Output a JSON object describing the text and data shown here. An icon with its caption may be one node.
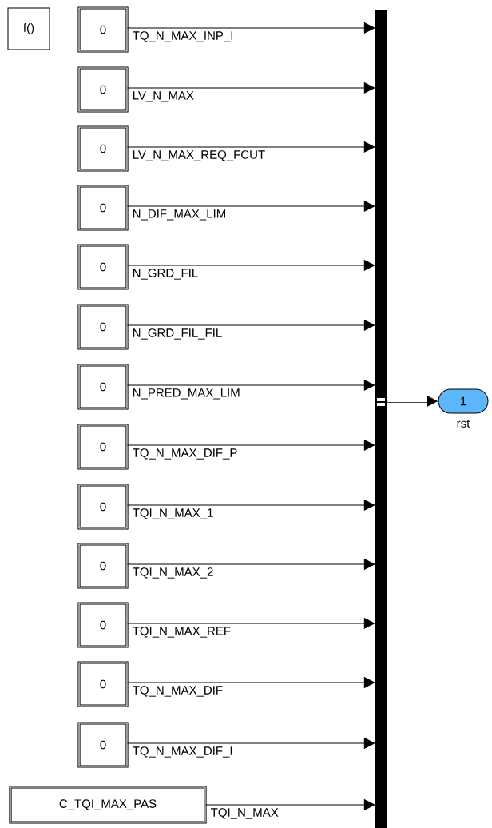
{
  "diagram": {
    "nodes": [
      {
        "text": [
          "f()"
        ]
      },
      {
        "text": [
          "0"
        ]
      },
      {
        "text": [
          "0"
        ]
      },
      {
        "text": [
          "0"
        ]
      },
      {
        "text": [
          "0"
        ]
      },
      {
        "text": [
          "0"
        ]
      },
      {
        "text": [
          "0"
        ]
      },
      {
        "text": [
          "0"
        ]
      },
      {
        "text": [
          "0"
        ]
      },
      {
        "text": [
          "0"
        ]
      },
      {
        "text": [
          "0"
        ]
      },
      {
        "text": [
          "0"
        ]
      },
      {
        "text": [
          "0"
        ]
      },
      {
        "text": [
          "0"
        ]
      },
      {
        "text": [
          "C_TQI_MAX_PAS"
        ]
      },
      {
        "text": [],
        "shape": "bar"
      },
      {
        "text": [
          "1"
        ],
        "beside": [
          "rst"
        ]
      }
    ],
    "edges": [
      {
        "from": 1,
        "to": 15,
        "arrow": "to",
        "label": "TQ_N_MAX_INP_I"
      },
      {
        "from": 2,
        "to": 15,
        "arrow": "to",
        "label": "LV_N_MAX"
      },
      {
        "from": 3,
        "to": 15,
        "arrow": "to",
        "label": "LV_N_MAX_REQ_FCUT"
      },
      {
        "from": 4,
        "to": 15,
        "arrow": "to",
        "label": "N_DIF_MAX_LIM"
      },
      {
        "from": 5,
        "to": 15,
        "arrow": "to",
        "label": "N_GRD_FIL"
      },
      {
        "from": 6,
        "to": 15,
        "arrow": "to",
        "label": "N_GRD_FIL_FIL"
      },
      {
        "from": 7,
        "to": 15,
        "arrow": "to",
        "label": "N_PRED_MAX_LIM"
      },
      {
        "from": 8,
        "to": 15,
        "arrow": "to",
        "label": "TQ_N_MAX_DIF_P"
      },
      {
        "from": 9,
        "to": 15,
        "arrow": "to",
        "label": "TQI_N_MAX_1"
      },
      {
        "from": 10,
        "to": 15,
        "arrow": "to",
        "label": "TQI_N_MAX_2"
      },
      {
        "from": 11,
        "to": 15,
        "arrow": "to",
        "label": "TQI_N_MAX_REF"
      },
      {
        "from": 12,
        "to": 15,
        "arrow": "to",
        "label": "TQ_N_MAX_DIF"
      },
      {
        "from": 13,
        "to": 15,
        "arrow": "to",
        "label": "TQ_N_MAX_DIF_I"
      },
      {
        "from": 14,
        "to": 15,
        "arrow": "to",
        "label": "TQI_N_MAX"
      },
      {
        "from": 15,
        "to": 16,
        "arrow": "to",
        "style": "thick"
      }
    ]
  }
}
